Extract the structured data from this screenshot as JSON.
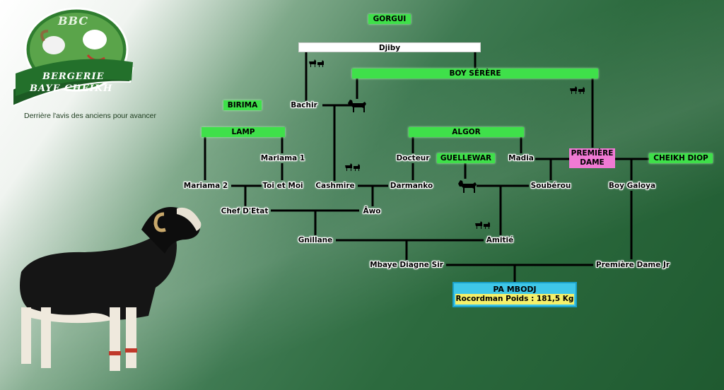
{
  "logo": {
    "initials": "BBC",
    "line1": "BERGERIE",
    "line2": "BAYE CHEIKH",
    "slogan": "Derrière l'avis des anciens pour avancer"
  },
  "colors": {
    "highlight_green": "#3fe04a",
    "highlight_pink": "#f07ad4",
    "highlight_cyan": "#3fc7e8",
    "highlight_yellow": "#f5f06a",
    "background_dark": "#1f5a30"
  },
  "nodes": {
    "gorgui": "GORGUI",
    "djiby": "Djiby",
    "boy_serere": "BOY SÉRÈRE",
    "birima": "BIRIMA",
    "bachir": "Bachir",
    "lamp": "LAMP",
    "algor": "ALGOR",
    "mariama1": "Mariama 1",
    "docteur": "Docteur",
    "guellewar": "GUELLEWAR",
    "madia": "Madia",
    "premiere_dame": "PREMIÈRE DAME",
    "cheikh_diop": "CHEIKH DIOP",
    "mariama2": "Mariama 2",
    "toi_et_moi": "Toi et Moi",
    "cashmire": "Cashmire",
    "darmanko": "Darmanko",
    "souberou": "Soubérou",
    "boy_galoya": "Boy Galoya",
    "chef_detat": "Chef D'Etat",
    "awo": "Âwo",
    "gnillane": "Gnillane",
    "amitie": "Amitié",
    "mbaye_diagne_sir": "Mbaye Diagne Sir",
    "premiere_dame_jr": "Première Dame Jr"
  },
  "result": {
    "name": "PA MBODJ",
    "record": "Rocordman Poids : 181,5 Kg"
  },
  "icons": [
    "sheep-pair-icon",
    "ram-silhouette-icon",
    "sheep-photo"
  ]
}
